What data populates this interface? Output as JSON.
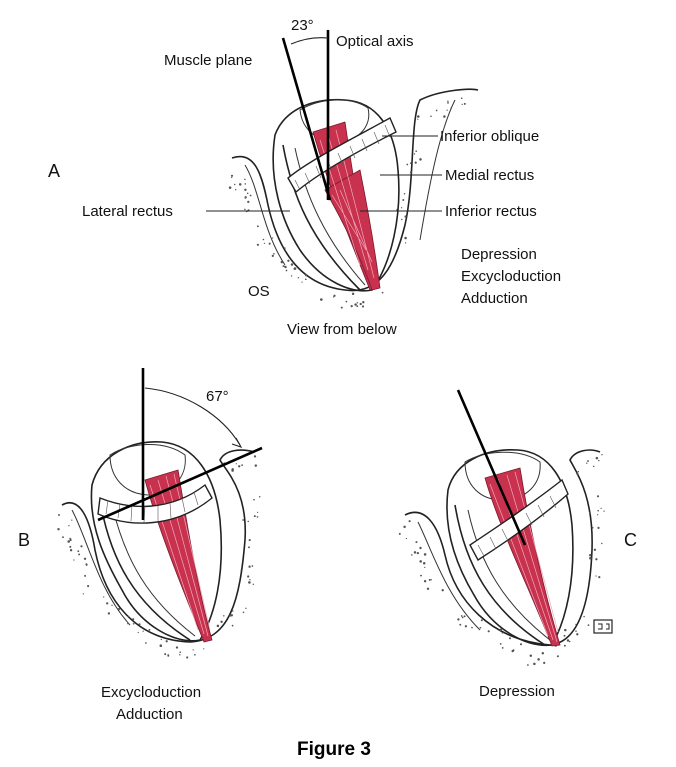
{
  "figure_caption": "Figure 3",
  "panel_a": {
    "letter": "A",
    "angle_label": "23°",
    "labels": {
      "muscle_plane": "Muscle plane",
      "optical_axis": "Optical axis",
      "inferior_oblique": "Inferior oblique",
      "medial_rectus": "Medial rectus",
      "inferior_rectus": "Inferior rectus",
      "lateral_rectus": "Lateral rectus",
      "eye_side": "OS"
    },
    "actions": [
      "Depression",
      "Excycloduction",
      "Adduction"
    ],
    "view_caption": "View from below"
  },
  "panel_b": {
    "letter": "B",
    "angle_label": "67°",
    "actions": [
      "Excycloduction",
      "Adduction"
    ]
  },
  "panel_c": {
    "letter": "C",
    "actions": [
      "Depression"
    ]
  },
  "colors": {
    "muscle": "#c8324f",
    "ink": "#222222"
  }
}
